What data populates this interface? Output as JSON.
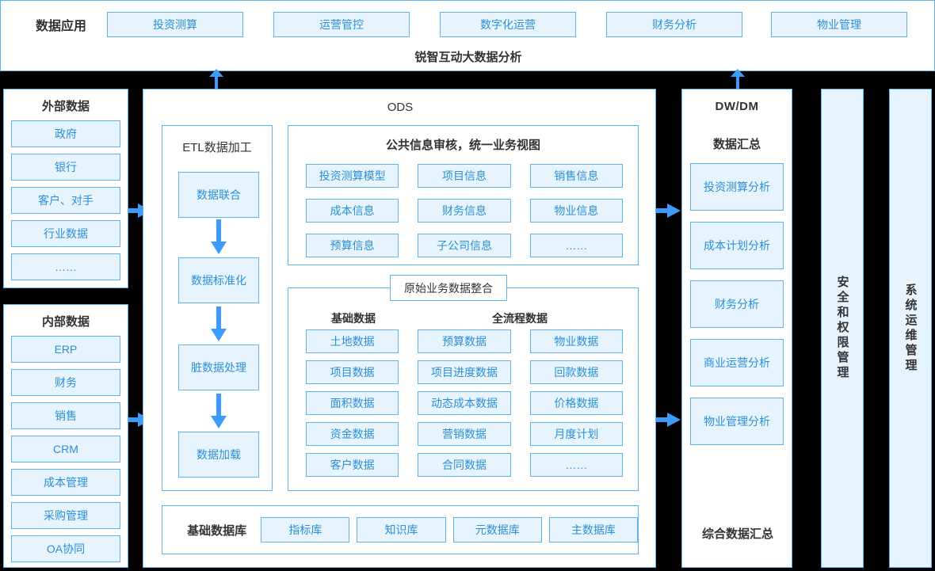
{
  "top": {
    "label": "数据应用",
    "apps": [
      "投资测算",
      "运营管控",
      "数字化运营",
      "财务分析",
      "物业管理"
    ],
    "platform_title": "锐智互动大数据分析"
  },
  "left": {
    "external": {
      "title": "外部数据",
      "items": [
        "政府",
        "银行",
        "客户、对手",
        "行业数据",
        "……"
      ]
    },
    "internal": {
      "title": "内部数据",
      "items": [
        "ERP",
        "财务",
        "销售",
        "CRM",
        "成本管理",
        "采购管理",
        "OA协同"
      ]
    }
  },
  "ods": {
    "title": "ODS",
    "etl": {
      "title": "ETL数据加工",
      "steps": [
        "数据联合",
        "数据标准化",
        "脏数据处理",
        "数据加载"
      ]
    },
    "public_info": {
      "title": "公共信息审核，统一业务视图",
      "items": [
        "投资测算模型",
        "项目信息",
        "销售信息",
        "成本信息",
        "财务信息",
        "物业信息",
        "预算信息",
        "子公司信息",
        "……"
      ]
    },
    "raw_integration": {
      "tab": "原始业务数据整合",
      "head_basic": "基础数据",
      "head_flow": "全流程数据",
      "items": [
        "土地数据",
        "预算数据",
        "物业数据",
        "项目数据",
        "项目进度数据",
        "回款数据",
        "面积数据",
        "动态成本数据",
        "价格数据",
        "资金数据",
        "营销数据",
        "月度计划",
        "客户数据",
        "合同数据",
        "……"
      ]
    },
    "base_db": {
      "label": "基础数据库",
      "items": [
        "指标库",
        "知识库",
        "元数据库",
        "主数据库"
      ]
    }
  },
  "dw": {
    "title": "DW/DM",
    "subtitle": "数据汇总",
    "items": [
      "投资测算分析",
      "成本计划分析",
      "财务分析",
      "商业运营分析",
      "物业管理分析"
    ],
    "footer": "综合数据汇总"
  },
  "side": {
    "security": "安全和权限管理",
    "ops": "系统运维管理"
  },
  "colors": {
    "accent": "#3d9bfc",
    "box_border": "#5cb3f0",
    "box_fill": "#e8f4fd",
    "box_text": "#2a8fd8",
    "panel_bg": "#ffffff",
    "page_bg": "#000000",
    "title_text": "#333333"
  }
}
